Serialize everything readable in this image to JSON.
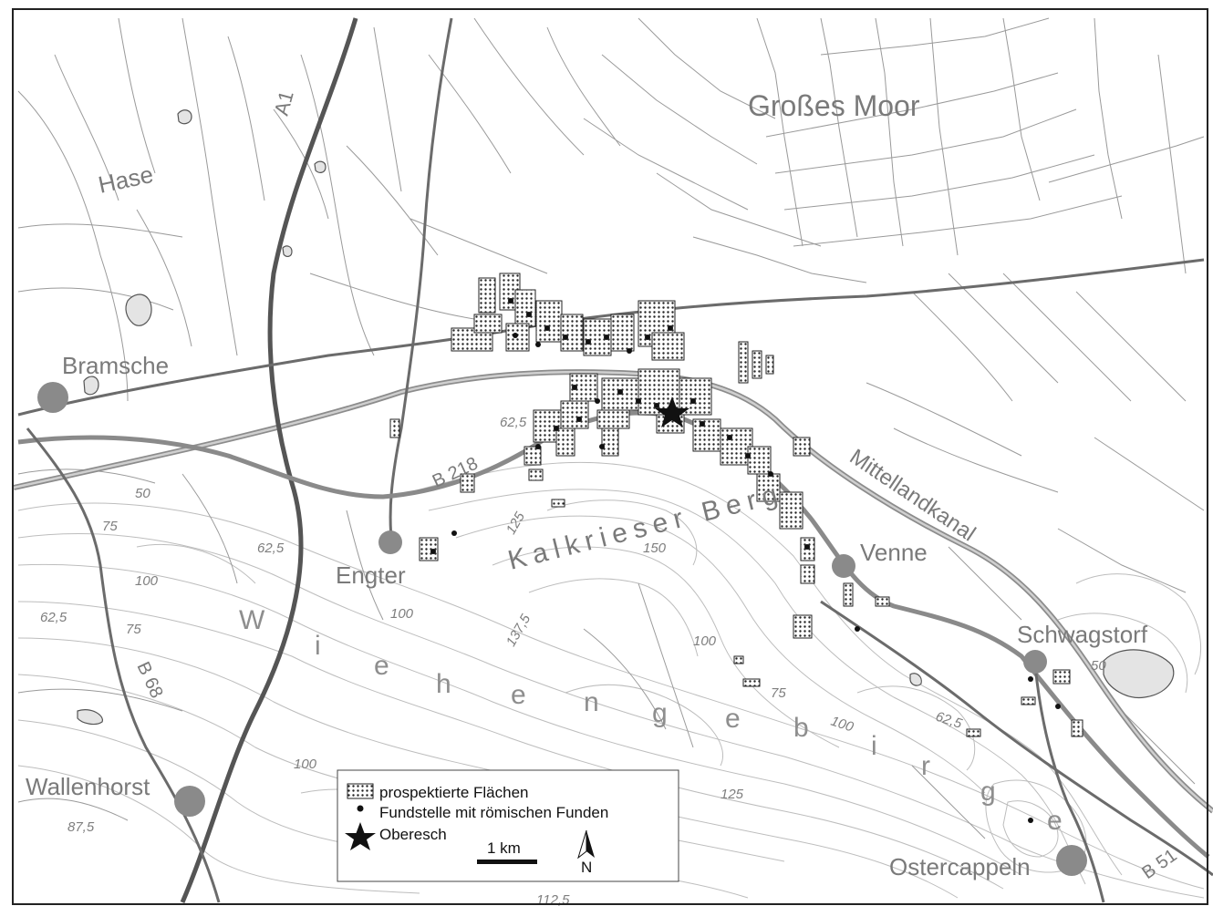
{
  "labels": {
    "grosses_moor": "Großes Moor",
    "hase": "Hase",
    "a1": "A1",
    "bramsche": "Bramsche",
    "b218": "B 218",
    "mittellandkanal": "Mittellandkanal",
    "engter": "Engter",
    "venne": "Venne",
    "kalkrieser_berg": "Kalkrieser Berg",
    "schwagstorf": "Schwagstorf",
    "b68": "B 68",
    "wallenhorst": "Wallenhorst",
    "ostercappeln": "Ostercappeln",
    "b51": "B 51"
  },
  "ridge_letters": [
    "W",
    "i",
    "e",
    "h",
    "e",
    "n",
    "g",
    "e",
    "b",
    "i",
    "r",
    "g",
    "e"
  ],
  "contour_labels": [
    "62,5",
    "50",
    "75",
    "62,5",
    "100",
    "62,5",
    "75",
    "100",
    "125",
    "150",
    "137,5",
    "100",
    "75",
    "100",
    "62,5",
    "50",
    "100",
    "125",
    "87,5",
    "112,5"
  ],
  "legend": {
    "fields": "prospektierte Flächen",
    "finds": "Fundstelle mit römischen Funden",
    "oberesch": "Oberesch",
    "scale": "1 km",
    "north": "N"
  },
  "colors": {
    "contour": "#bdbdbd",
    "road": "#6b6b6b",
    "town": "#8a8a8a",
    "pattern": "#222222"
  }
}
